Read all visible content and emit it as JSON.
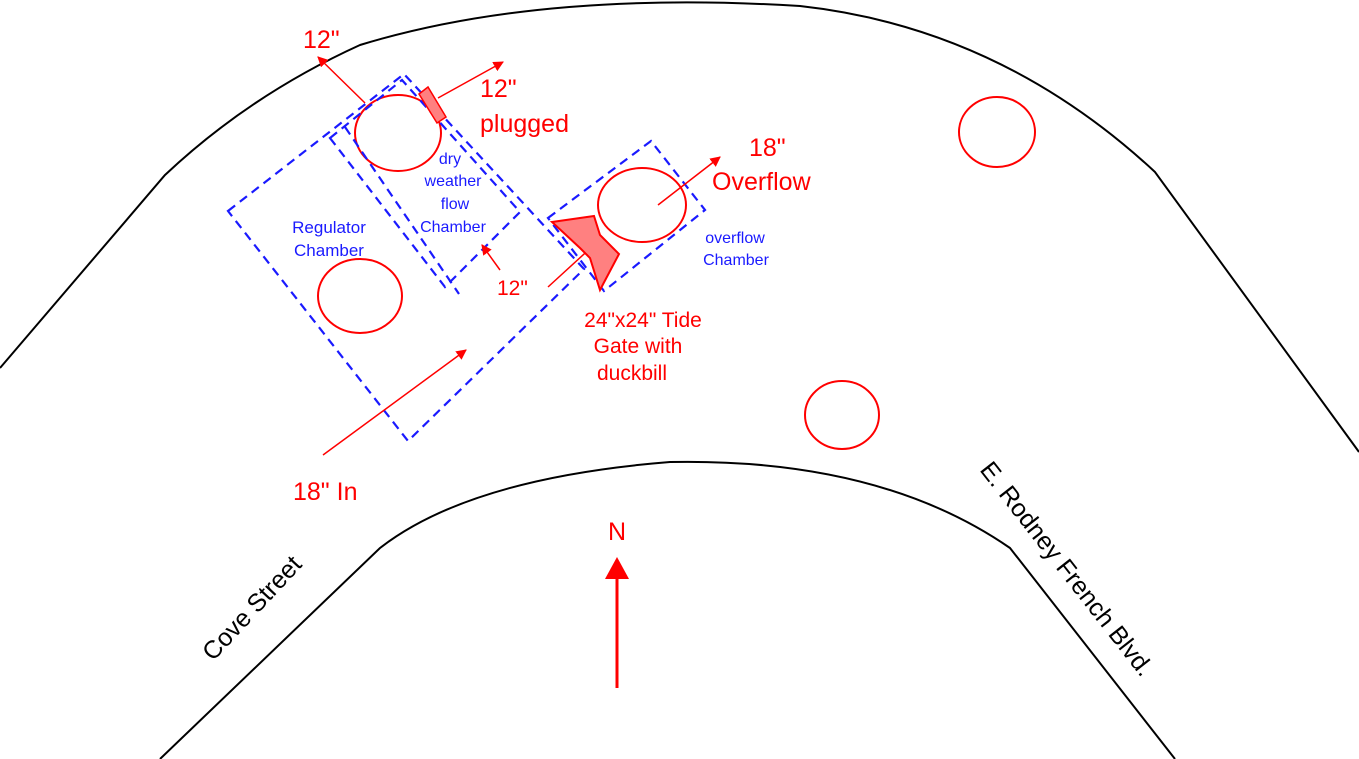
{
  "colors": {
    "road": "#000000",
    "pipe": "#ff0000",
    "gate_fill": "#ff8080",
    "chamber": "#1a1aff",
    "background": "#ffffff"
  },
  "pipes": {
    "in_18": "18\" In",
    "out_12_nw": "12\"",
    "plugged_size": "12\"",
    "plugged_word": "plugged",
    "overflow_size": "18\"",
    "overflow_word": "Overflow",
    "connector_12": "12\""
  },
  "chambers": {
    "regulator_line1": "Regulator",
    "regulator_line2": "Chamber",
    "dry_line1": "dry",
    "dry_line2": "weather",
    "dry_line3": "flow",
    "dry_line4": "Chamber",
    "overflow_line1": "overflow",
    "overflow_line2": "Chamber"
  },
  "tide_gate": {
    "line1": "24\"x24\" Tide",
    "line2": "Gate with",
    "line3": "duckbill"
  },
  "streets": {
    "cove": "Cove Street",
    "rodney": "E. Rodney French Blvd."
  },
  "north": "N",
  "icons": {
    "manhole": "circle-outline",
    "north_arrow": "arrow-up-icon",
    "tide_gate": "duckbill-gate-shape"
  }
}
